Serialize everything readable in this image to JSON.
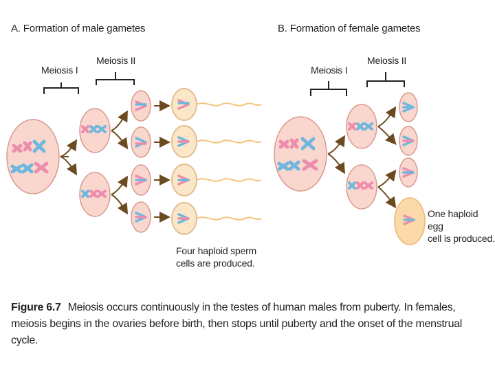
{
  "panel_a": {
    "title": "A. Formation of male gametes",
    "meiosis1_label": "Meiosis I",
    "meiosis2_label": "Meiosis II",
    "result_note_line1": "Four haploid sperm",
    "result_note_line2": "cells are produced."
  },
  "panel_b": {
    "title": "B. Formation of female gametes",
    "meiosis1_label": "Meiosis I",
    "meiosis2_label": "Meiosis II",
    "result_note_line1": "One haploid egg",
    "result_note_line2": "cell is produced."
  },
  "caption": {
    "figure_number": "Figure 6.7",
    "text": "Meiosis occurs continuously in the testes of human males from puberty. In females, meiosis begins in the ovaries before birth, then stops until puberty and the onset of the menstrual cycle."
  },
  "colors": {
    "cell_fill": "#f9d7cf",
    "cell_stroke": "#d89a8c",
    "egg_fill": "#fbd9a8",
    "chromosome_blue": "#6fb8dd",
    "chromosome_pink": "#ee8cae",
    "arrow": "#6b4a1f"
  }
}
